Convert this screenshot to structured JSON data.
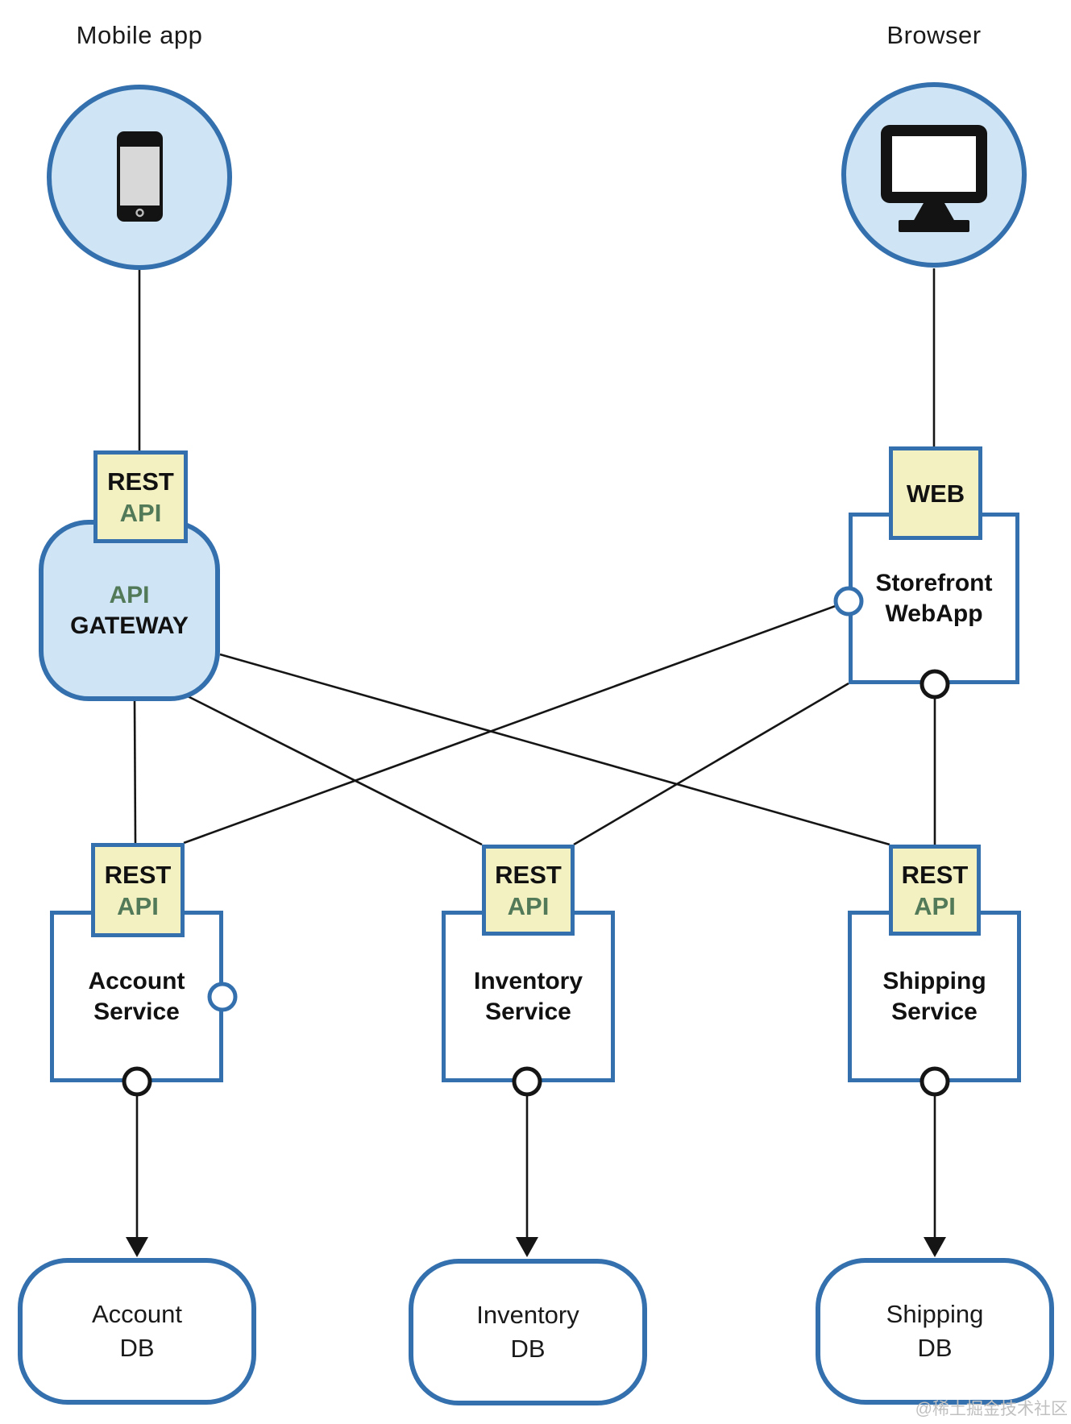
{
  "diagram": {
    "mobile_label": "Mobile app",
    "browser_label": "Browser",
    "gateway": {
      "badge_line1": "REST",
      "badge_line2": "API",
      "title_line1": "API",
      "title_line2": "GATEWAY"
    },
    "storefront": {
      "badge": "WEB",
      "title_line1": "Storefront",
      "title_line2": "WebApp"
    },
    "services": {
      "account": {
        "badge_line1": "REST",
        "badge_line2": "API",
        "name_line1": "Account",
        "name_line2": "Service",
        "db_line1": "Account",
        "db_line2": "DB"
      },
      "inventory": {
        "badge_line1": "REST",
        "badge_line2": "API",
        "name_line1": "Inventory",
        "name_line2": "Service",
        "db_line1": "Inventory",
        "db_line2": "DB"
      },
      "shipping": {
        "badge_line1": "REST",
        "badge_line2": "API",
        "name_line1": "Shipping",
        "name_line2": "Service",
        "db_line1": "Shipping",
        "db_line2": "DB"
      }
    },
    "watermark": "@稀土掘金技术社区"
  },
  "icons": {
    "mobile": "smartphone-icon",
    "browser": "monitor-icon"
  },
  "edges": [
    {
      "from": "mobile-app",
      "to": "api-gateway-rest-api-badge",
      "arrow": false
    },
    {
      "from": "browser",
      "to": "storefront-web-badge",
      "arrow": false
    },
    {
      "from": "api-gateway",
      "to": "account-service-rest-api-badge",
      "arrow": false
    },
    {
      "from": "api-gateway",
      "to": "inventory-service-rest-api-badge",
      "arrow": false
    },
    {
      "from": "api-gateway",
      "to": "shipping-service-rest-api-badge",
      "arrow": false
    },
    {
      "from": "storefront-webapp-left-port",
      "to": "account-service-rest-api-badge",
      "arrow": false
    },
    {
      "from": "storefront-webapp",
      "to": "inventory-service-rest-api-badge",
      "arrow": false
    },
    {
      "from": "storefront-webapp-bottom-port",
      "to": "shipping-service-rest-api-badge",
      "arrow": false
    },
    {
      "from": "account-service-bottom-port",
      "to": "account-db",
      "arrow": true
    },
    {
      "from": "inventory-service-bottom-port",
      "to": "inventory-db",
      "arrow": true
    },
    {
      "from": "shipping-service-bottom-port",
      "to": "shipping-db",
      "arrow": true
    }
  ],
  "colors": {
    "node_border": "#3470ad",
    "node_fill": "#cfe4f4",
    "badge_fill": "#f3f0c2",
    "green_text": "#527a58",
    "line_black": "#151515",
    "text_black": "#111111",
    "watermark_gray": "#c0c0c0",
    "page_bg": "#ffffff"
  }
}
